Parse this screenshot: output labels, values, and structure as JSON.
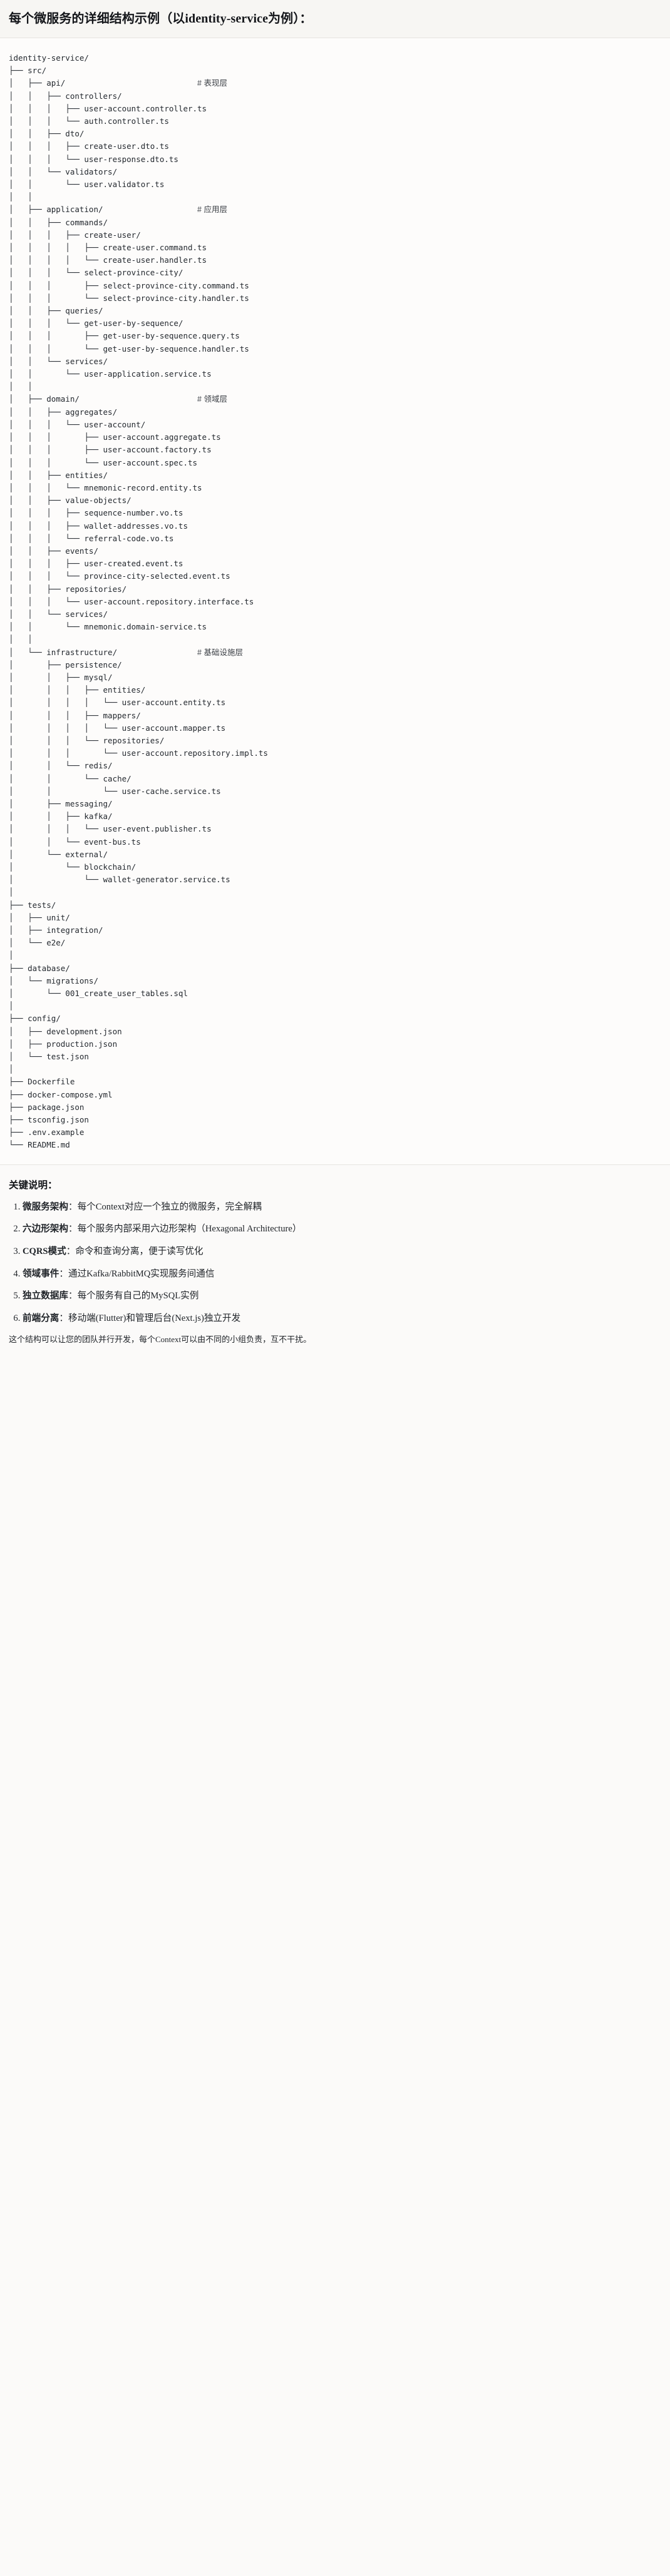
{
  "header": {
    "title": "每个微服务的详细结构示例（以identity-service为例）："
  },
  "tree": {
    "root": "identity-service/",
    "text": "identity-service/\n├── src/\n│   ├── api/                            # 表现层\n│   │   ├── controllers/\n│   │   │   ├── user-account.controller.ts\n│   │   │   └── auth.controller.ts\n│   │   ├── dto/\n│   │   │   ├── create-user.dto.ts\n│   │   │   └── user-response.dto.ts\n│   │   └── validators/\n│   │       └── user.validator.ts\n│   │\n│   ├── application/                    # 应用层\n│   │   ├── commands/\n│   │   │   ├── create-user/\n│   │   │   │   ├── create-user.command.ts\n│   │   │   │   └── create-user.handler.ts\n│   │   │   └── select-province-city/\n│   │   │       ├── select-province-city.command.ts\n│   │   │       └── select-province-city.handler.ts\n│   │   ├── queries/\n│   │   │   └── get-user-by-sequence/\n│   │   │       ├── get-user-by-sequence.query.ts\n│   │   │       └── get-user-by-sequence.handler.ts\n│   │   └── services/\n│   │       └── user-application.service.ts\n│   │\n│   ├── domain/                         # 领域层\n│   │   ├── aggregates/\n│   │   │   └── user-account/\n│   │   │       ├── user-account.aggregate.ts\n│   │   │       ├── user-account.factory.ts\n│   │   │       └── user-account.spec.ts\n│   │   ├── entities/\n│   │   │   └── mnemonic-record.entity.ts\n│   │   ├── value-objects/\n│   │   │   ├── sequence-number.vo.ts\n│   │   │   ├── wallet-addresses.vo.ts\n│   │   │   └── referral-code.vo.ts\n│   │   ├── events/\n│   │   │   ├── user-created.event.ts\n│   │   │   └── province-city-selected.event.ts\n│   │   ├── repositories/\n│   │   │   └── user-account.repository.interface.ts\n│   │   └── services/\n│   │       └── mnemonic.domain-service.ts\n│   │\n│   └── infrastructure/                 # 基础设施层\n│       ├── persistence/\n│       │   ├── mysql/\n│       │   │   ├── entities/\n│       │   │   │   └── user-account.entity.ts\n│       │   │   ├── mappers/\n│       │   │   │   └── user-account.mapper.ts\n│       │   │   └── repositories/\n│       │   │       └── user-account.repository.impl.ts\n│       │   └── redis/\n│       │       └── cache/\n│       │           └── user-cache.service.ts\n│       ├── messaging/\n│       │   ├── kafka/\n│       │   │   └── user-event.publisher.ts\n│       │   └── event-bus.ts\n│       └── external/\n│           └── blockchain/\n│               └── wallet-generator.service.ts\n│\n├── tests/\n│   ├── unit/\n│   ├── integration/\n│   └── e2e/\n│\n├── database/\n│   └── migrations/\n│       └── 001_create_user_tables.sql\n│\n├── config/\n│   ├── development.json\n│   ├── production.json\n│   └── test.json\n│\n├── Dockerfile\n├── docker-compose.yml\n├── package.json\n├── tsconfig.json\n├── .env.example\n└── README.md",
    "layer_comments": [
      "# 表现层",
      "# 应用层",
      "# 领域层",
      "# 基础设施层"
    ]
  },
  "keypoints": {
    "heading": "关键说明：",
    "items": [
      {
        "term": "微服务架构",
        "desc": "：每个Context对应一个独立的微服务，完全解耦"
      },
      {
        "term": "六边形架构",
        "desc": "：每个服务内部采用六边形架构（Hexagonal Architecture）"
      },
      {
        "term": "CQRS模式",
        "desc": "：命令和查询分离，便于读写优化"
      },
      {
        "term": "领域事件",
        "desc": "：通过Kafka/RabbitMQ实现服务间通信"
      },
      {
        "term": "独立数据库",
        "desc": "：每个服务有自己的MySQL实例"
      },
      {
        "term": "前端分离",
        "desc": "：移动端(Flutter)和管理后台(Next.js)独立开发"
      }
    ],
    "closing": "这个结构可以让您的团队并行开发，每个Context可以由不同的小组负责，互不干扰。"
  }
}
